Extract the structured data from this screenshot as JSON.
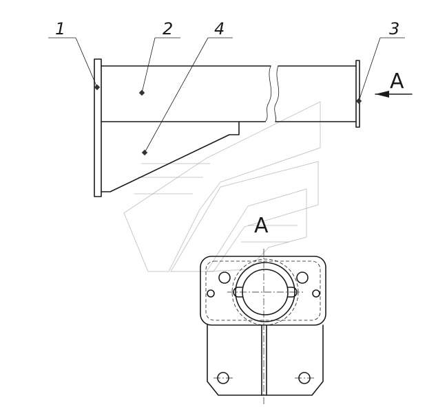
{
  "callouts": [
    {
      "number": "1"
    },
    {
      "number": "2"
    },
    {
      "number": "4"
    },
    {
      "number": "3"
    }
  ],
  "view_label": "A",
  "arrow_label": "A"
}
